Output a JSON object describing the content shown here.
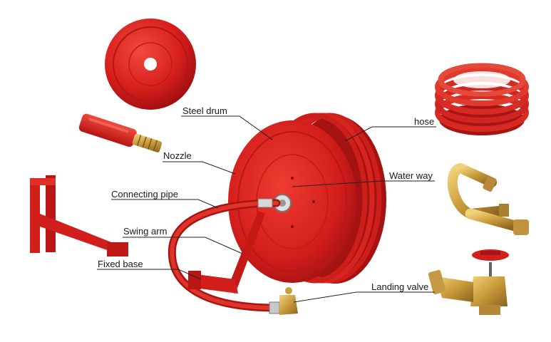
{
  "labels": {
    "steel_drum": "Steel drum",
    "hose": "hose",
    "nozzle": "Nozzle",
    "water_way": "Water way",
    "connecting_pipe": "Connecting pipe",
    "swing_arm": "Swing arm",
    "fixed_base": "Fixed base",
    "landing_valve": "Landing valve"
  },
  "colors": {
    "reel_red": "#d8201f",
    "dark_red": "#9c1010",
    "brass": "#c8a040",
    "label_text": "#1a1a1a",
    "leader_line": "#222222"
  }
}
